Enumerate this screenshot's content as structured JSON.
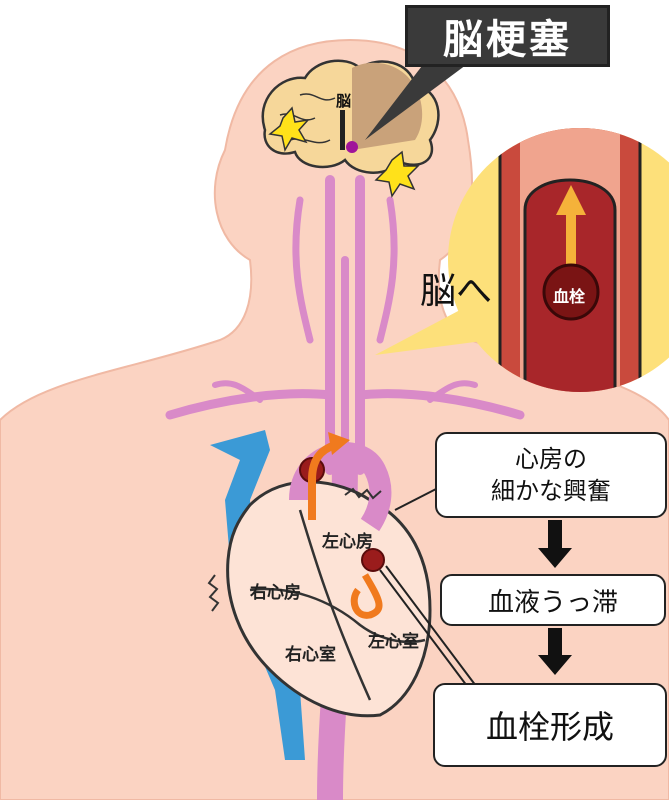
{
  "title": "脳梗塞",
  "labels": {
    "brain": "脳",
    "to_brain": "脳へ",
    "clot_zoom": "血栓"
  },
  "heart": {
    "left_atrium": "左心房",
    "right_atrium": "右心房",
    "right_ventricle": "右心室",
    "left_ventricle": "左心室"
  },
  "flow": {
    "step1": "心房の\n細かな興奮",
    "step2": "血液うっ滞",
    "step3": "血栓形成"
  },
  "colors": {
    "skin": "#fbd3c2",
    "brain": "#f6d79a",
    "infarct": "#c9a27a",
    "artery": "#d98ac8",
    "vein": "#3b9ad6",
    "clot": "#9a1c1c",
    "zoom_bg": "#fde07a",
    "arrow": "#f07a1e"
  }
}
